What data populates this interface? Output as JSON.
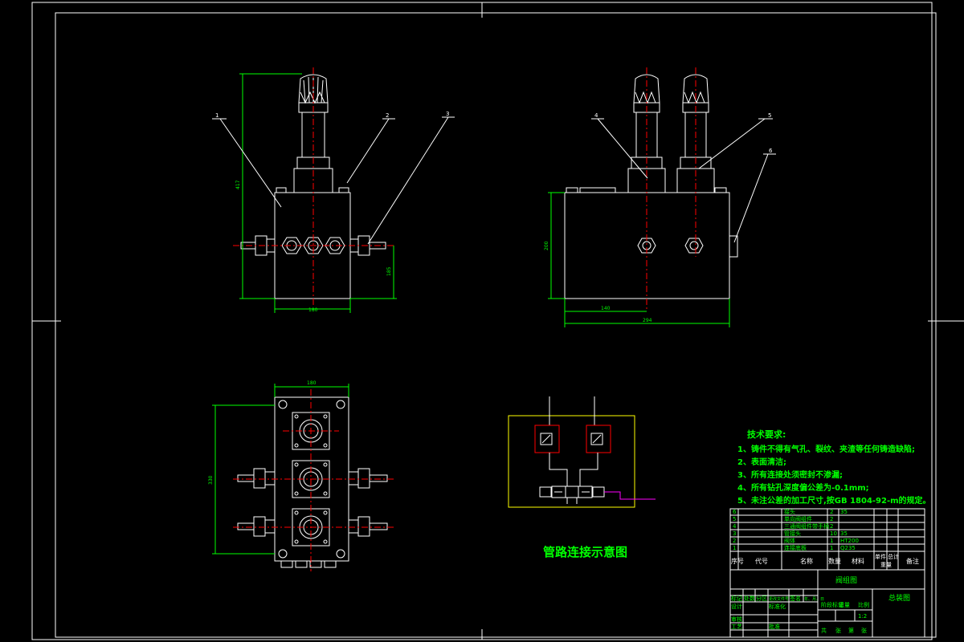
{
  "part_labels": [
    "1",
    "2",
    "3",
    "4",
    "5",
    "6"
  ],
  "dims": {
    "front_height": "417",
    "front_width": "180",
    "front_port_offset": "185",
    "side_height": "200",
    "side_port_offset": "140",
    "side_width": "294",
    "top_width": "180",
    "top_height": "330"
  },
  "tech_requirements": {
    "title": "技术要求:",
    "items": [
      "1、铸件不得有气孔、裂纹、夹渣等任何铸造缺陷;",
      "2、表面清洁;",
      "3、所有连接处须密封不渗漏;",
      "4、所有钻孔深度偏公差为-0.1mm;",
      "5、未注公差的加工尺寸,按GB 1804-92-m的规定。"
    ]
  },
  "caption": "管路连接示意图",
  "bom": {
    "rows": [
      {
        "no": "6",
        "name": "接头",
        "qty": "2",
        "mat": "35"
      },
      {
        "no": "5",
        "name": "单向阀组件",
        "qty": "2",
        "mat": ""
      },
      {
        "no": "4",
        "name": "三通阀组件带手柄",
        "qty": "2",
        "mat": ""
      },
      {
        "no": "3",
        "name": "管接头",
        "qty": "10",
        "mat": "35"
      },
      {
        "no": "2",
        "name": "阀体",
        "qty": "1",
        "mat": "HT200"
      },
      {
        "no": "1",
        "name": "连接底板",
        "qty": "1",
        "mat": "Q235"
      }
    ],
    "header": {
      "no": "序号",
      "code": "代号",
      "name": "名称",
      "qty": "数量",
      "mat": "材料",
      "unit_w": "单件",
      "total_w": "总计",
      "weight": "重量",
      "remark": "备注"
    }
  },
  "title_block": {
    "drawing_name": "阀组图",
    "company": "总装图",
    "row_labels": [
      "标记",
      "处数",
      "分区",
      "更改文件号",
      "签名",
      "年、月、日"
    ],
    "design": "设计",
    "standard": "标准化",
    "review": "审核",
    "process": "工艺",
    "approve": "批准",
    "stage": "阶段标记",
    "weight": "重量",
    "scale": "比例",
    "scale_value": "1:2",
    "sheet": "共",
    "sheet2": "张",
    "page": "第",
    "page2": "张"
  }
}
